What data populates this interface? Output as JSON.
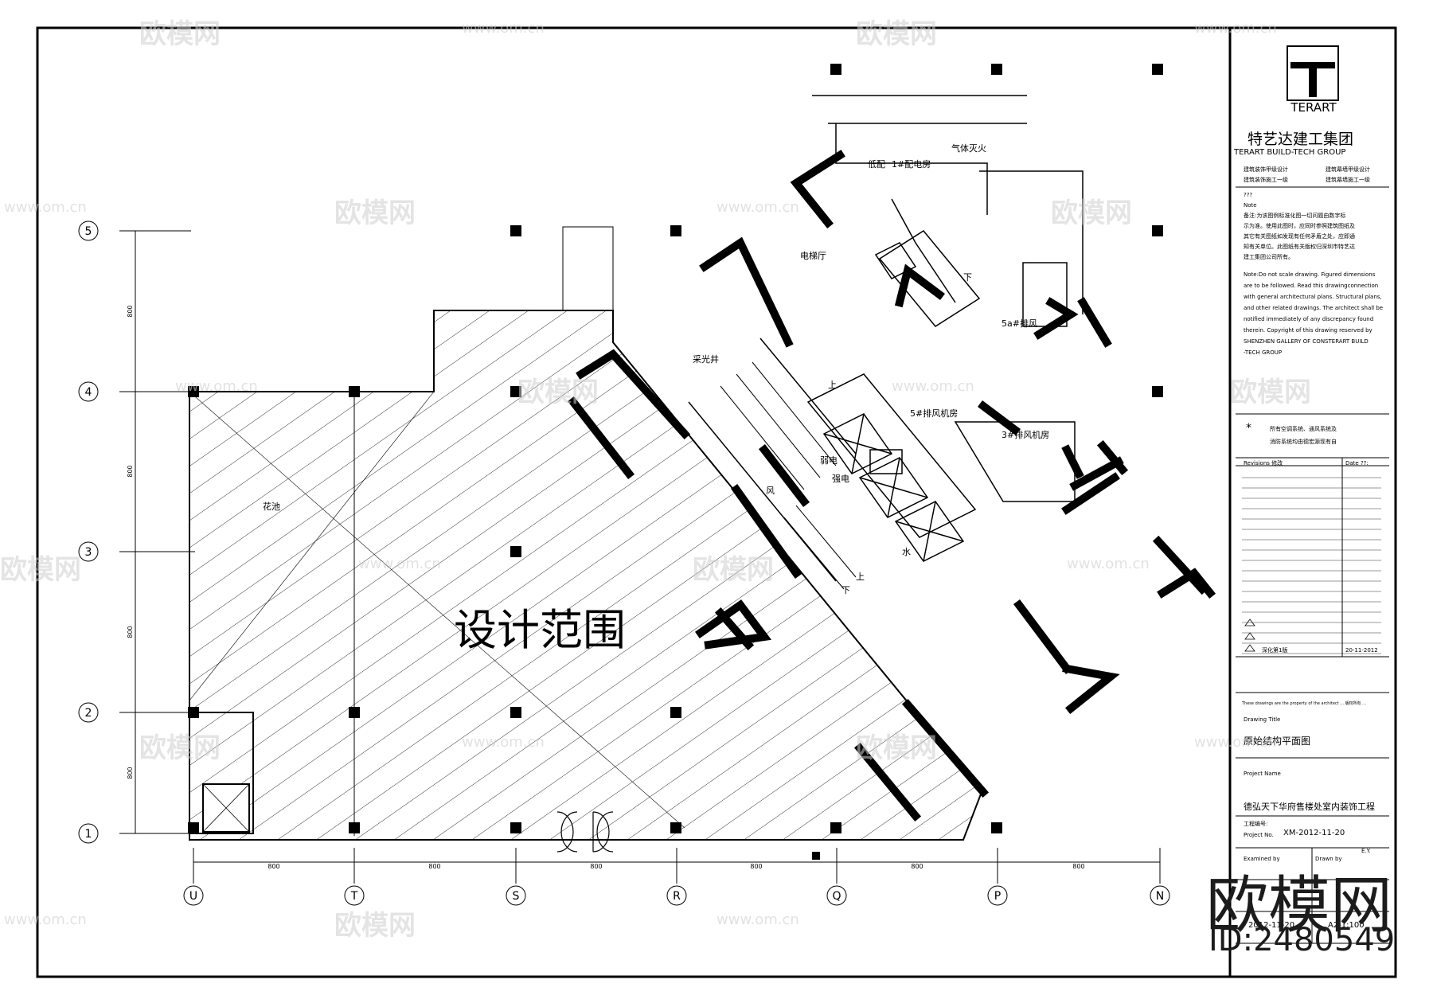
{
  "title_block": {
    "logo_text": "TERART",
    "company_cn": "特艺达建工集团",
    "company_en": "TERART BUILD-TECH GROUP",
    "qual_1": "建筑装饰甲级设计",
    "qual_2": "建筑幕墙甲级设计",
    "qual_3": "建筑装饰施工一级",
    "qual_4": "建筑幕墙施工一级",
    "note_label_1": "???",
    "note_label_2": "Note",
    "note_cn": [
      "备注:为该图例标准化图一切问题由数字标",
      "示为准。使用此图时，应同时参照建筑图纸及",
      "其它有关图纸如发现有任何矛盾之处，应即通",
      "知有关单位。此图纸有关版权归深圳市特艺达",
      "建工集团公司所有。"
    ],
    "note_en": [
      "Note:Do not scale drawing. Figured dimensions",
      "are to be followed. Read this drawingconnection",
      "with general architectural plans. Structural plans,",
      "and other related drawings. The architect shall be",
      "notified immediately of any discrepancy found",
      "therein. Copyright of this drawing reserved by",
      "SHENZHEN GALLERY OF CONSTERART BUILD",
      "-TECH GROUP"
    ],
    "star_note_1": "所有空调系统、通风系统及",
    "star_note_2": "消防系统均由德宏源现有自",
    "revisions_label": "Revisions  修改",
    "date_label": "Date  ??:",
    "rev_entry": "深化第1版",
    "rev_date": "20-11-2012",
    "fine_print": "These drawings are the property of the architect ... 版权所有 ...",
    "drawing_title_label": "Drawing Title",
    "drawing_title": "原始结构平面图",
    "project_label": "Project Name",
    "project_name": "德弘天下华府售楼处室内装饰工程",
    "project_no_label": "Project No.",
    "project_no_cn": "工程编号:",
    "project_no": "XM-2012-11-20",
    "examined_label": "Examined by",
    "drawn_label": "Drawn by",
    "drawn_value": "E.Y.",
    "date_value": "2012-11-20",
    "sheet_value": "A2-1:100"
  },
  "plan": {
    "design_scope_label": "设计范围",
    "room_labels": [
      {
        "id": "low-voltage",
        "text": "低配"
      },
      {
        "id": "elec-room",
        "text": "1#配电房"
      },
      {
        "id": "gas-fire",
        "text": "气体灭火"
      },
      {
        "id": "elevator-hall",
        "text": "电梯厅"
      },
      {
        "id": "light-well",
        "text": "采光井"
      },
      {
        "id": "exhaust-5a",
        "text": "5a#排风"
      },
      {
        "id": "exhaust-5",
        "text": "5#排风机房"
      },
      {
        "id": "exhaust-3",
        "text": "3#排风机房"
      },
      {
        "id": "weak-elec",
        "text": "弱电"
      },
      {
        "id": "strong-elec",
        "text": "强电"
      },
      {
        "id": "water",
        "text": "水"
      },
      {
        "id": "wind",
        "text": "风"
      },
      {
        "id": "flower-pool",
        "text": "花池"
      },
      {
        "id": "up-1",
        "text": "上"
      },
      {
        "id": "up-2",
        "text": "上"
      },
      {
        "id": "down-1",
        "text": "下"
      },
      {
        "id": "down-2",
        "text": "下"
      }
    ],
    "grid_rows": [
      "5",
      "4",
      "3",
      "2",
      "1"
    ],
    "grid_cols": [
      "U",
      "T",
      "S",
      "R",
      "Q",
      "P",
      "N"
    ],
    "row_dims": [
      "800",
      "800",
      "800",
      "800"
    ],
    "col_dims": [
      "800",
      "800",
      "800",
      "800",
      "800",
      "800"
    ]
  },
  "watermark": {
    "brand": "欧模网",
    "url": "www.om.cn",
    "id_text": "ID:2480549"
  }
}
